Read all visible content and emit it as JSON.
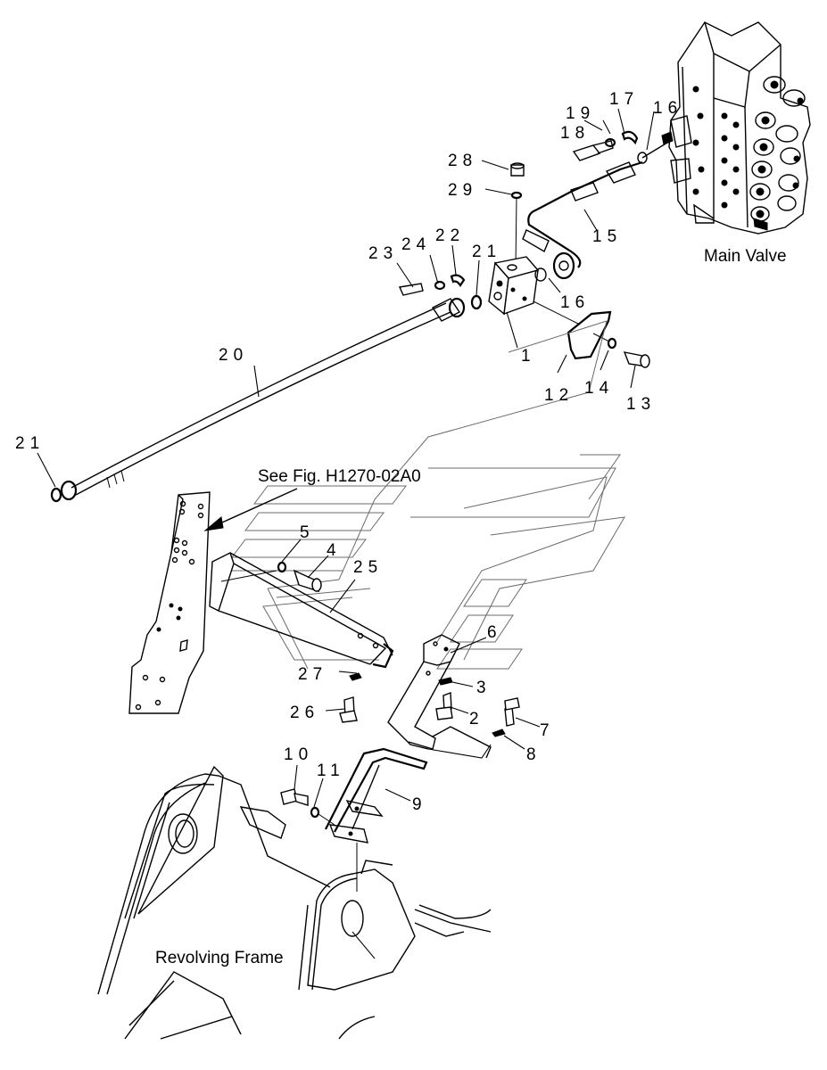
{
  "diagram": {
    "captions": {
      "main_valve": "Main Valve",
      "revolving_frame": "Revolving Frame",
      "see_fig": "See Fig. H1270-02A0"
    },
    "callouts": [
      {
        "id": "c1",
        "label": "1",
        "part": "block"
      },
      {
        "id": "c2",
        "label": "2",
        "part": "bolt"
      },
      {
        "id": "c3",
        "label": "3",
        "part": "washer"
      },
      {
        "id": "c4",
        "label": "4",
        "part": "bolt"
      },
      {
        "id": "c5",
        "label": "5",
        "part": "washer"
      },
      {
        "id": "c6",
        "label": "6",
        "part": "bracket"
      },
      {
        "id": "c7",
        "label": "7",
        "part": "bolt"
      },
      {
        "id": "c8",
        "label": "8",
        "part": "washer"
      },
      {
        "id": "c9",
        "label": "9",
        "part": "bracket"
      },
      {
        "id": "c10",
        "label": "10",
        "part": "bolt"
      },
      {
        "id": "c11",
        "label": "11",
        "part": "washer"
      },
      {
        "id": "c12",
        "label": "12",
        "part": "plate"
      },
      {
        "id": "c13",
        "label": "13",
        "part": "bolt"
      },
      {
        "id": "c14",
        "label": "14",
        "part": "washer"
      },
      {
        "id": "c15",
        "label": "15",
        "part": "pipe"
      },
      {
        "id": "c16a",
        "label": "16",
        "part": "o-ring"
      },
      {
        "id": "c16b",
        "label": "16",
        "part": "o-ring"
      },
      {
        "id": "c17",
        "label": "17",
        "part": "split-flange"
      },
      {
        "id": "c18",
        "label": "18",
        "part": "bolt"
      },
      {
        "id": "c19",
        "label": "19",
        "part": "washer"
      },
      {
        "id": "c20",
        "label": "20",
        "part": "hose"
      },
      {
        "id": "c21a",
        "label": "21",
        "part": "o-ring"
      },
      {
        "id": "c21b",
        "label": "21",
        "part": "o-ring"
      },
      {
        "id": "c22",
        "label": "22",
        "part": "split-flange"
      },
      {
        "id": "c23",
        "label": "23",
        "part": "bolt"
      },
      {
        "id": "c24",
        "label": "24",
        "part": "washer"
      },
      {
        "id": "c25",
        "label": "25",
        "part": "beam"
      },
      {
        "id": "c26",
        "label": "26",
        "part": "bolt"
      },
      {
        "id": "c27",
        "label": "27",
        "part": "washer"
      },
      {
        "id": "c28",
        "label": "28",
        "part": "plug"
      },
      {
        "id": "c29",
        "label": "29",
        "part": "o-ring"
      }
    ]
  }
}
